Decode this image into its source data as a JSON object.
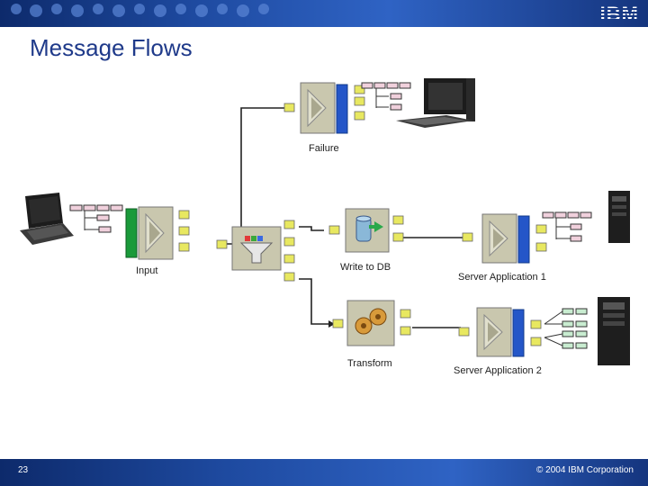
{
  "slide": {
    "title": "Message Flows",
    "page_number": "23",
    "copyright": "© 2004 IBM Corporation",
    "logo": "IBM"
  },
  "labels": {
    "failure": "Failure",
    "input": "Input",
    "write_to_db": "Write to DB",
    "transform": "Transform",
    "server_app_1": "Server Application 1",
    "server_app_2": "Server Application 2"
  },
  "colors": {
    "title": "#1f3a8a",
    "node_body": "#c9c7ae",
    "input_bar": "#1a9a3a",
    "output_bar": "#2456c8",
    "terminal": "#e8e860"
  }
}
